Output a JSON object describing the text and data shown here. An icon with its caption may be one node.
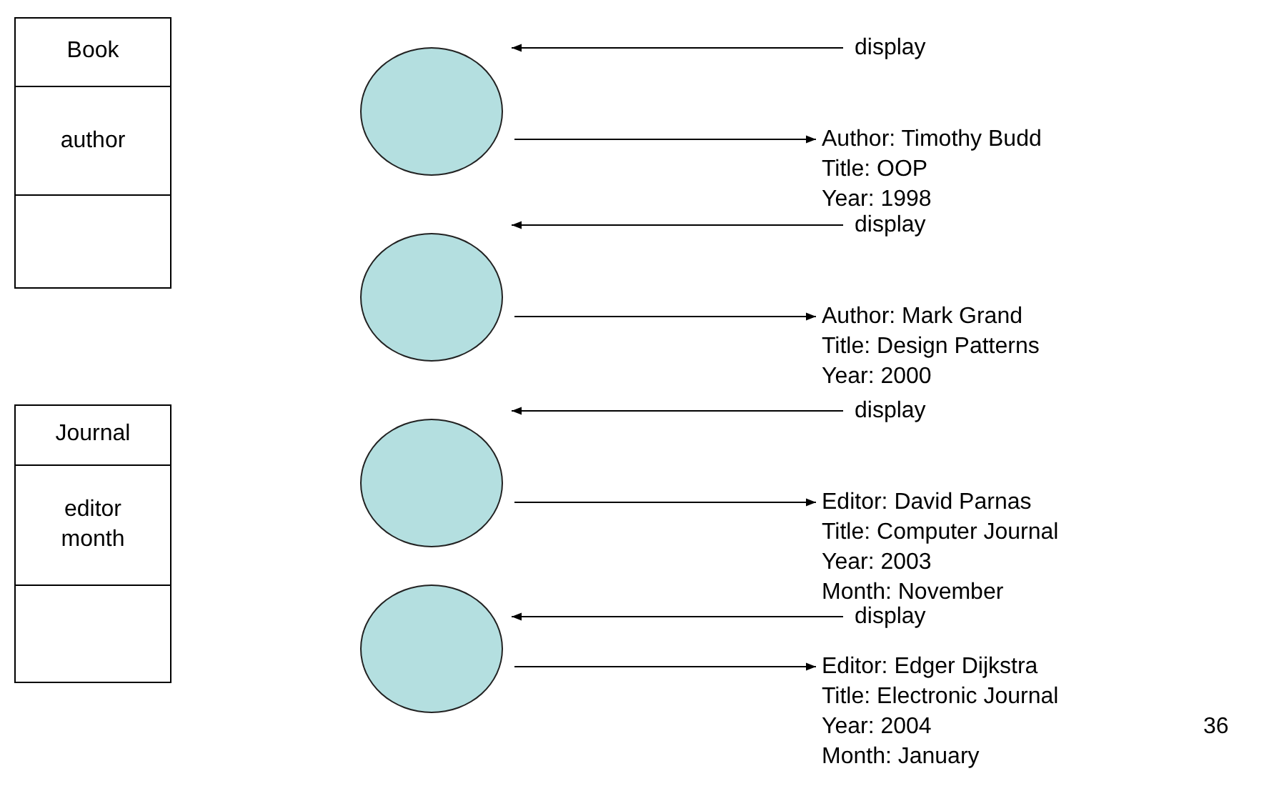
{
  "diagram": {
    "nodes": [
      {
        "text": [
          "Book",
          "author"
        ]
      },
      {
        "text": [],
        "shape": "circle"
      },
      {
        "text": [
          "display"
        ]
      },
      {
        "text": [
          "Author: Timothy Budd",
          "Title: OOP",
          "Year: 1998"
        ]
      },
      {
        "text": [],
        "shape": "circle"
      },
      {
        "text": [
          "display"
        ]
      },
      {
        "text": [
          "Author: Mark Grand",
          "Title: Design Patterns",
          "Year: 2000"
        ]
      },
      {
        "text": [
          "Journal",
          "editor month"
        ]
      },
      {
        "text": [],
        "shape": "circle"
      },
      {
        "text": [
          "display"
        ]
      },
      {
        "text": [
          "Editor: David Parnas",
          "Title: Computer Journal",
          "Year: 2003",
          "Month: November"
        ]
      },
      {
        "text": [],
        "shape": "circle"
      },
      {
        "text": [
          "display"
        ]
      },
      {
        "text": [
          "Editor: Edger Dijkstra",
          "Title: Electronic Journal",
          "Year: 2004",
          "Month: January"
        ]
      }
    ],
    "edges": [
      {
        "from": 2,
        "to": 1,
        "arrow": "to"
      },
      {
        "from": 1,
        "to": 3,
        "arrow": "to"
      },
      {
        "from": 5,
        "to": 4,
        "arrow": "to"
      },
      {
        "from": 4,
        "to": 6,
        "arrow": "to"
      },
      {
        "from": 9,
        "to": 8,
        "arrow": "to"
      },
      {
        "from": 8,
        "to": 10,
        "arrow": "to"
      },
      {
        "from": 12,
        "to": 11,
        "arrow": "to"
      },
      {
        "from": 11,
        "to": 13,
        "arrow": "to"
      }
    ],
    "labels": [
      "36"
    ]
  }
}
